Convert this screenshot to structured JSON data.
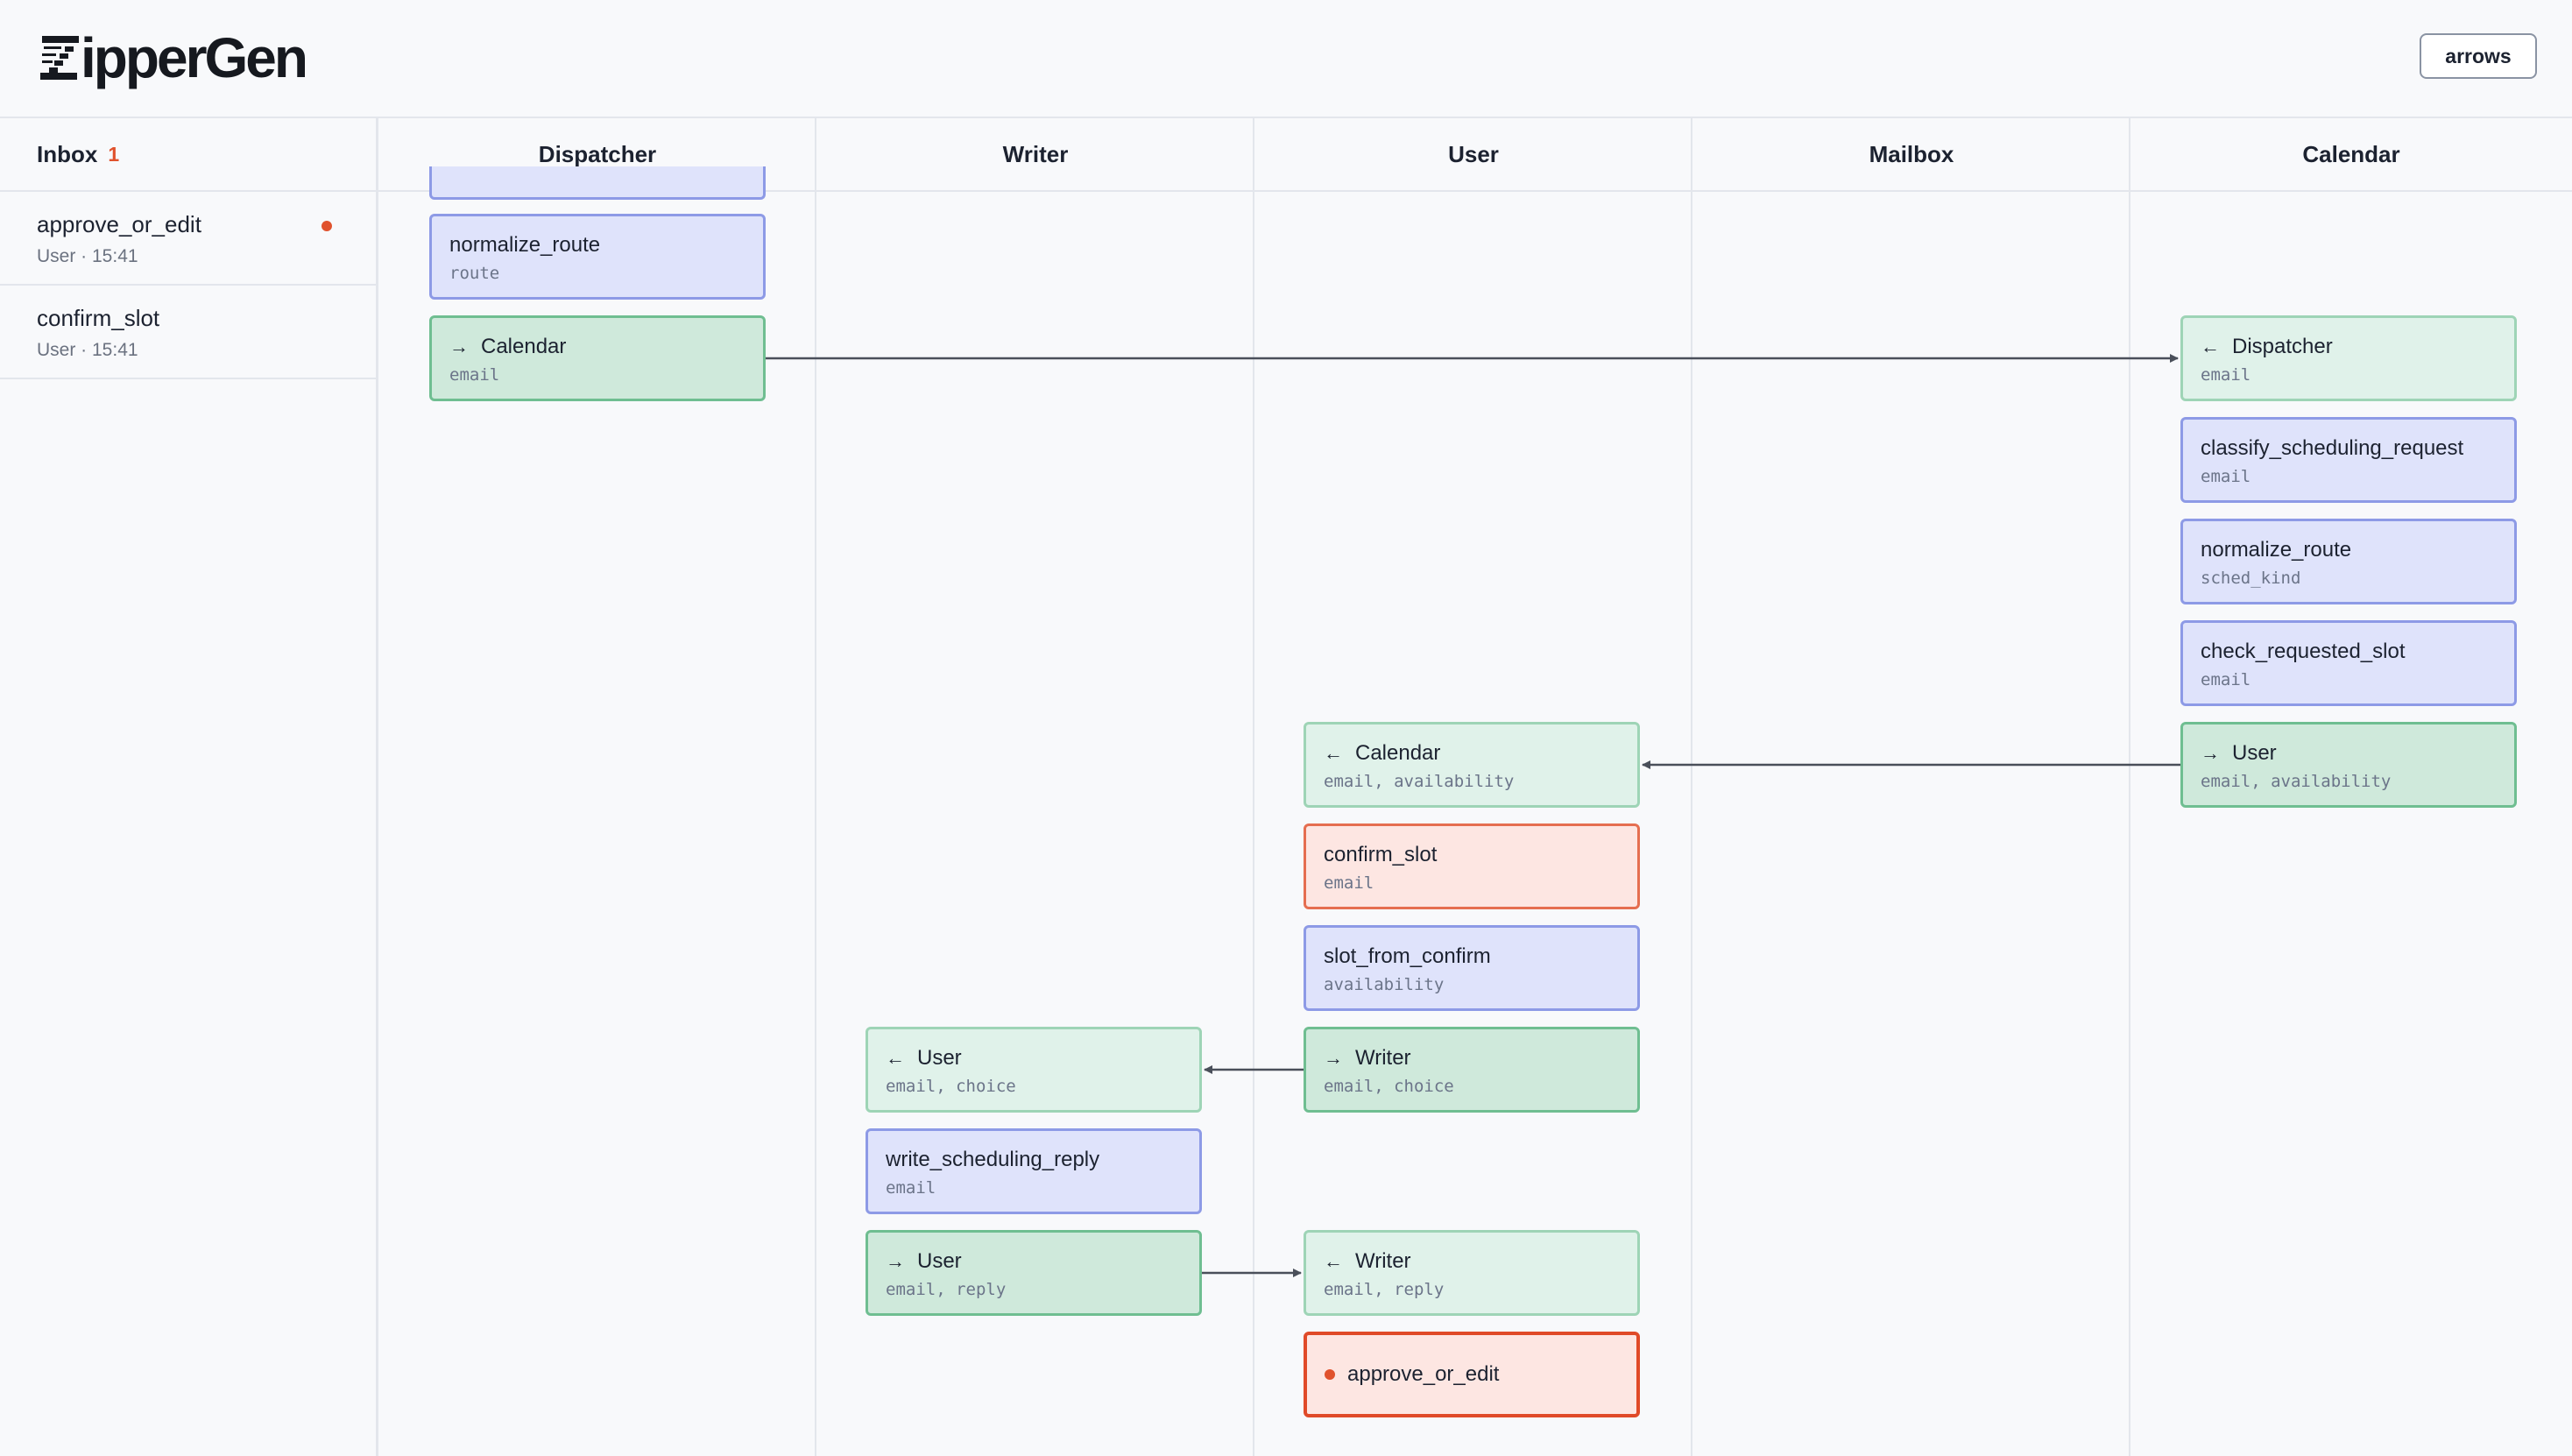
{
  "app": {
    "logo_text": "ipperGen",
    "logo_mark": "Z",
    "arrows_button": "arrows"
  },
  "inbox": {
    "title": "Inbox",
    "count": "1",
    "items": [
      {
        "name": "approve_or_edit",
        "meta": "User · 15:41",
        "unread": true
      },
      {
        "name": "confirm_slot",
        "meta": "User · 15:41",
        "unread": false
      }
    ]
  },
  "lanes": [
    "Dispatcher",
    "Writer",
    "User",
    "Mailbox",
    "Calendar"
  ],
  "cards": {
    "dispatcher_normalize": {
      "title": "normalize_route",
      "sub": "route"
    },
    "dispatcher_to_calendar": {
      "title": "Calendar",
      "sub": "email",
      "arrow": "→"
    },
    "calendar_from_dispatcher": {
      "title": "Dispatcher",
      "sub": "email",
      "arrow": "←"
    },
    "calendar_classify": {
      "title": "classify_scheduling_request",
      "sub": "email"
    },
    "calendar_normalize": {
      "title": "normalize_route",
      "sub": "sched_kind"
    },
    "calendar_check": {
      "title": "check_requested_slot",
      "sub": "email"
    },
    "calendar_to_user": {
      "title": "User",
      "sub": "email, availability",
      "arrow": "→"
    },
    "user_from_calendar": {
      "title": "Calendar",
      "sub": "email, availability",
      "arrow": "←"
    },
    "user_confirm": {
      "title": "confirm_slot",
      "sub": "email"
    },
    "user_slot_from_confirm": {
      "title": "slot_from_confirm",
      "sub": "availability"
    },
    "user_to_writer": {
      "title": "Writer",
      "sub": "email, choice",
      "arrow": "→"
    },
    "writer_from_user": {
      "title": "User",
      "sub": "email, choice",
      "arrow": "←"
    },
    "writer_write": {
      "title": "write_scheduling_reply",
      "sub": "email"
    },
    "writer_to_user": {
      "title": "User",
      "sub": "email, reply",
      "arrow": "→"
    },
    "user_from_writer": {
      "title": "Writer",
      "sub": "email, reply",
      "arrow": "←"
    },
    "user_approve": {
      "title": "approve_or_edit"
    }
  },
  "colors": {
    "accent": "#e0522d",
    "step_blue": "#dfe3fb",
    "send_green": "#cfe9db",
    "receive_green": "#e0f2ea",
    "human_red": "#fde6e2"
  }
}
